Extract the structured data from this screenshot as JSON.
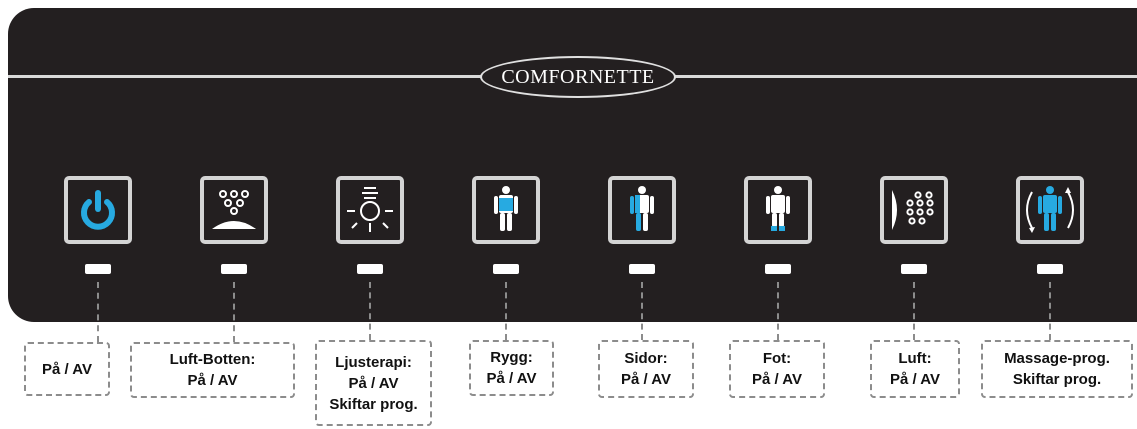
{
  "brand": {
    "name": "COMFORNETTE"
  },
  "colors": {
    "panel": "#231f20",
    "accent": "#27aae1",
    "frame": "#d4d4d4",
    "led": "#ffffff"
  },
  "buttons": [
    {
      "icon": "power-icon",
      "lines": [
        "På / AV"
      ]
    },
    {
      "icon": "air-bottom-icon",
      "lines": [
        "Luft-Botten:",
        "På / AV"
      ]
    },
    {
      "icon": "light-therapy-icon",
      "lines": [
        "Ljusterapi:",
        "På / AV",
        "Skiftar prog."
      ]
    },
    {
      "icon": "back-massage-icon",
      "lines": [
        "Rygg:",
        "På / AV"
      ]
    },
    {
      "icon": "side-massage-icon",
      "lines": [
        "Sidor:",
        "På / AV"
      ]
    },
    {
      "icon": "foot-massage-icon",
      "lines": [
        "Fot:",
        "På / AV"
      ]
    },
    {
      "icon": "air-massage-icon",
      "lines": [
        "Luft:",
        "På / AV"
      ]
    },
    {
      "icon": "massage-program-icon",
      "lines": [
        "Massage-prog.",
        "Skiftar prog."
      ]
    }
  ]
}
